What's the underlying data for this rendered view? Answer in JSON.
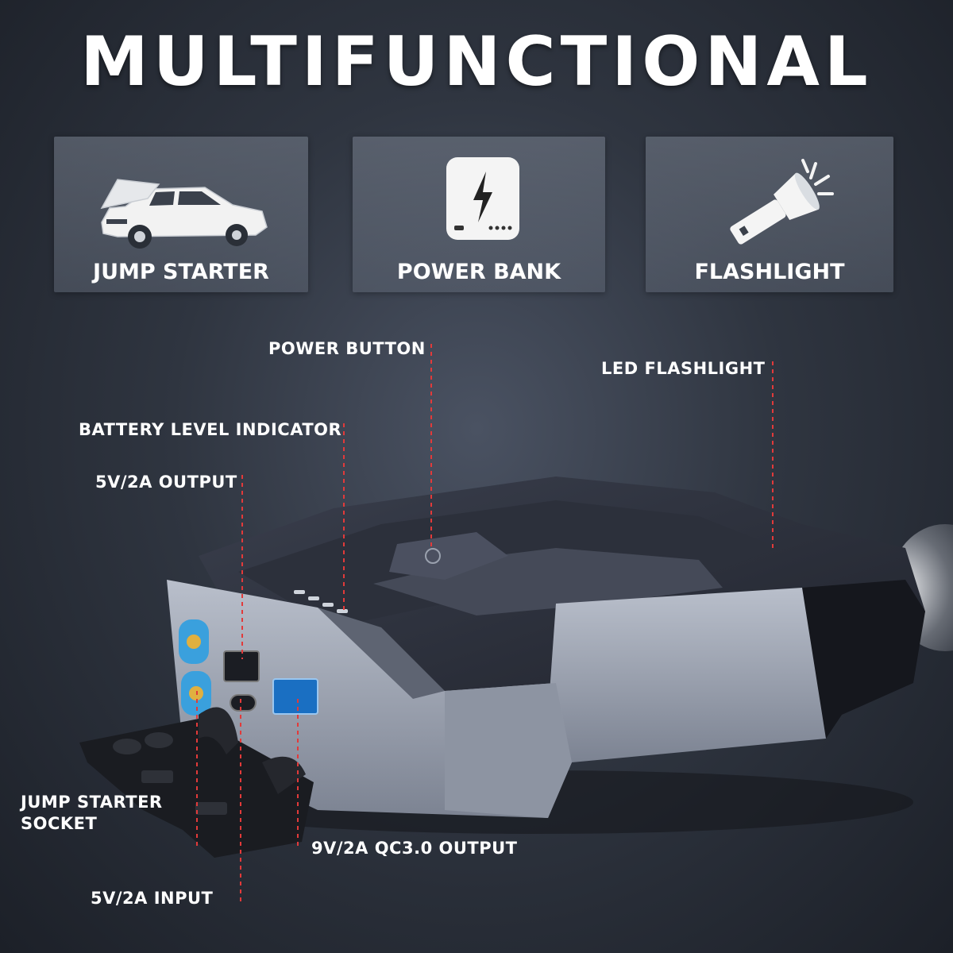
{
  "headline": "MULTIFUNCTIONAL",
  "features": [
    {
      "label": "JUMP STARTER",
      "icon": "car-icon"
    },
    {
      "label": "POWER BANK",
      "icon": "power-bank-icon"
    },
    {
      "label": "FLASHLIGHT",
      "icon": "flashlight-icon"
    }
  ],
  "callouts": {
    "power_button": "POWER BUTTON",
    "led_flashlight": "LED FLASHLIGHT",
    "battery_level_indicator": "BATTERY LEVEL INDICATOR",
    "output_5v2a": "5V/2A OUTPUT",
    "jump_starter_socket_line1": "JUMP STARTER",
    "jump_starter_socket_line2": "SOCKET",
    "output_qc30": "9V/2A QC3.0 OUTPUT",
    "input_5v2a": "5V/2A INPUT"
  },
  "colors": {
    "callout_line": "#e23a3a",
    "card_bg": "#6e7684",
    "text": "#ffffff"
  }
}
